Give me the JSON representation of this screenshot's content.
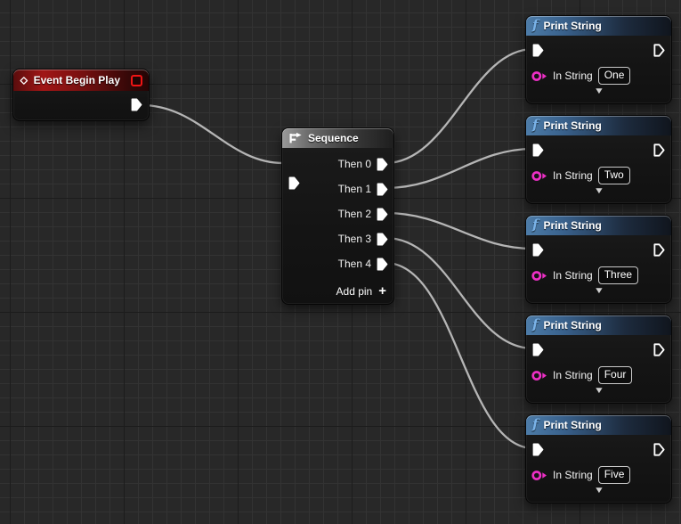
{
  "colors": {
    "canvas_bg": "#282828",
    "grid_minor": "#333333",
    "grid_major": "#1c1c1c",
    "wire": "#bdbdbd",
    "exec_pin": "#ffffff",
    "string_pin": "#ee2fc6",
    "print_header_left": "#4d7ca8",
    "sequence_header_left": "#9a9a9a",
    "event_header_red": "#a11616",
    "value_box_border": "#c9c9c9"
  },
  "icons": {
    "function_icon": "f",
    "collapse_icon": "▼",
    "add_pin_icon": "+"
  },
  "nodes": {
    "event_begin_play": {
      "title": "Event Begin Play"
    },
    "sequence": {
      "title": "Sequence",
      "output_pins": [
        {
          "label": "Then 0"
        },
        {
          "label": "Then 1"
        },
        {
          "label": "Then 2"
        },
        {
          "label": "Then 3"
        },
        {
          "label": "Then 4"
        }
      ],
      "add_pin_label": "Add pin"
    },
    "print_strings": [
      {
        "title": "Print String",
        "input_label": "In String",
        "value": "One"
      },
      {
        "title": "Print String",
        "input_label": "In String",
        "value": "Two"
      },
      {
        "title": "Print String",
        "input_label": "In String",
        "value": "Three"
      },
      {
        "title": "Print String",
        "input_label": "In String",
        "value": "Four"
      },
      {
        "title": "Print String",
        "input_label": "In String",
        "value": "Five"
      }
    ]
  }
}
